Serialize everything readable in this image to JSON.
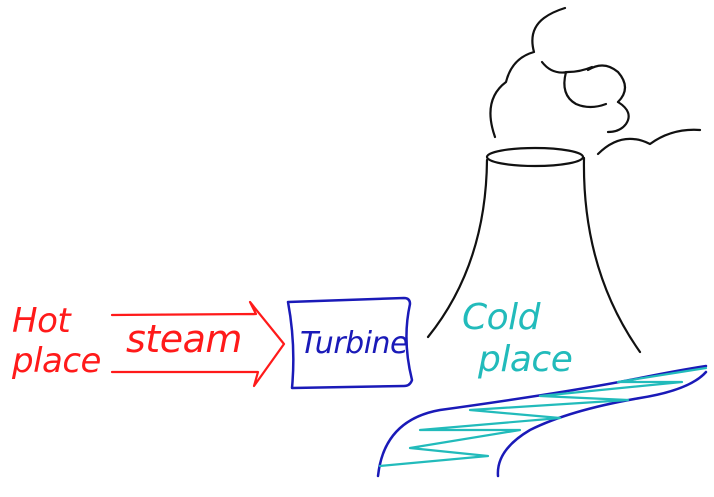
{
  "labels": {
    "hot_line1": "Hot",
    "hot_line2": "place",
    "steam": "steam",
    "turbine": "Turbine",
    "cold_line1": "Cold",
    "cold_line2": "place"
  },
  "colors": {
    "hot": "#ff1a1a",
    "turbine": "#1a1ab8",
    "cold": "#22bbbb",
    "river_bank": "#1a1ab8",
    "river_water": "#22bbbb",
    "tower": "#111111",
    "smoke": "#111111"
  }
}
